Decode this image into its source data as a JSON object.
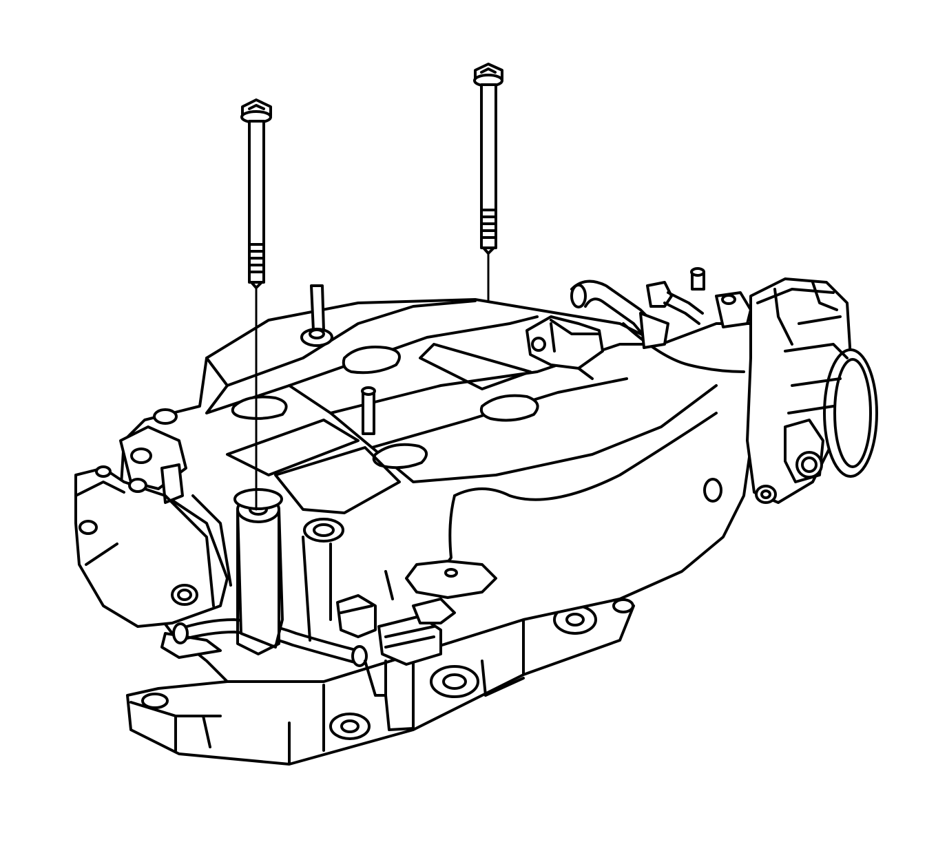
{
  "diagram": {
    "background": "#ffffff",
    "line_color": "#000000",
    "components": [
      {
        "id": "bolt-left",
        "kind": "fastener",
        "icon": "bolt-icon"
      },
      {
        "id": "bolt-right",
        "kind": "fastener",
        "icon": "bolt-icon"
      },
      {
        "id": "intake-manifold",
        "kind": "assembly"
      },
      {
        "id": "throttle-body",
        "kind": "assembly"
      },
      {
        "id": "electrical-connector",
        "kind": "connector"
      },
      {
        "id": "vacuum-hose",
        "kind": "hose"
      },
      {
        "id": "actuator-housing",
        "kind": "assembly"
      }
    ]
  }
}
